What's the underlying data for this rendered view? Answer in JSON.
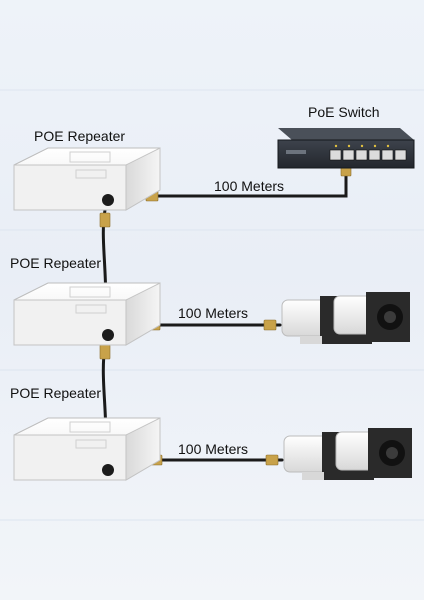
{
  "labels": {
    "poe_switch": "PoE Switch",
    "repeater_1": "POE Repeater",
    "repeater_2": "POE Repeater",
    "repeater_3": "POE Repeater",
    "distance_1": "100 Meters",
    "distance_2": "100 Meters",
    "distance_3": "100 Meters"
  },
  "colors": {
    "background": "#eef3f9",
    "cable": "#1a1a1a",
    "connector": "#c8a24a",
    "device": "#f4f4f4",
    "switch": "#2b2f36",
    "port_led": "#e0c040"
  }
}
